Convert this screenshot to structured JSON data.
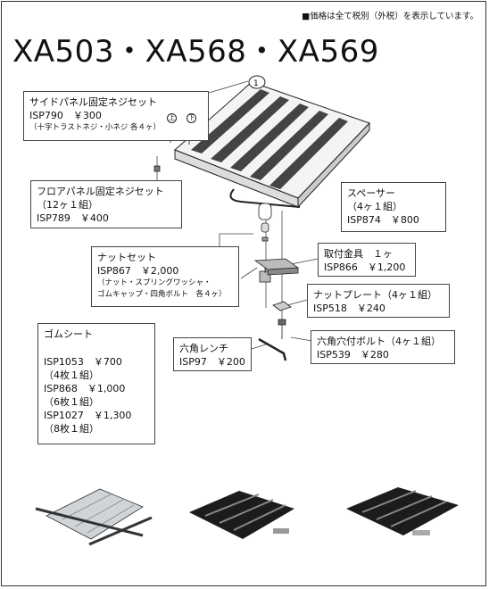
{
  "header": {
    "price_note": "■価格は全て税別（外税）を表示しています。",
    "title": "XA503・XA568・XA569"
  },
  "callout_number": "1",
  "parts": {
    "side_panel": {
      "name": "サイドパネル固定ネジセット",
      "code": "ISP790",
      "price": "￥300",
      "note": "（十字トラストネジ・小ネジ 各４ヶ）",
      "mark_up": "上",
      "mark_down": "下"
    },
    "floor_panel": {
      "name": "フロアパネル固定ネジセット",
      "qty": "（12ヶ１組）",
      "code": "ISP789",
      "price": "￥400"
    },
    "spacer": {
      "name": "スペーサー",
      "qty": "（4ヶ１組）",
      "code": "ISP874",
      "price": "￥800"
    },
    "bracket": {
      "name": "取付金具　１ヶ",
      "code": "ISP866",
      "price": "￥1,200"
    },
    "nut_set": {
      "name": "ナットセット",
      "code": "ISP867",
      "price": "￥2,000",
      "note1": "（ナット・スプリングワッシャ・",
      "note2": "ゴムキャップ・四角ボルト　各４ヶ）"
    },
    "nut_plate": {
      "name": "ナットプレート（4ヶ１組）",
      "code": "ISP518",
      "price": "￥240"
    },
    "hex_bolt": {
      "name": "六角穴付ボルト（4ヶ１組）",
      "code": "ISP539",
      "price": "￥280"
    },
    "hex_wrench": {
      "name": "六角レンチ",
      "code": "ISP97",
      "price": "￥200"
    },
    "rubber_sheet": {
      "name": "ゴムシート",
      "items": [
        {
          "code": "ISP1053",
          "price": "￥700",
          "qty": "（4枚１組）"
        },
        {
          "code": "ISP868",
          "price": "￥1,000",
          "qty": "（6枚１組）"
        },
        {
          "code": "ISP1027",
          "price": "￥1,300",
          "qty": "（8枚１組）"
        }
      ]
    }
  }
}
